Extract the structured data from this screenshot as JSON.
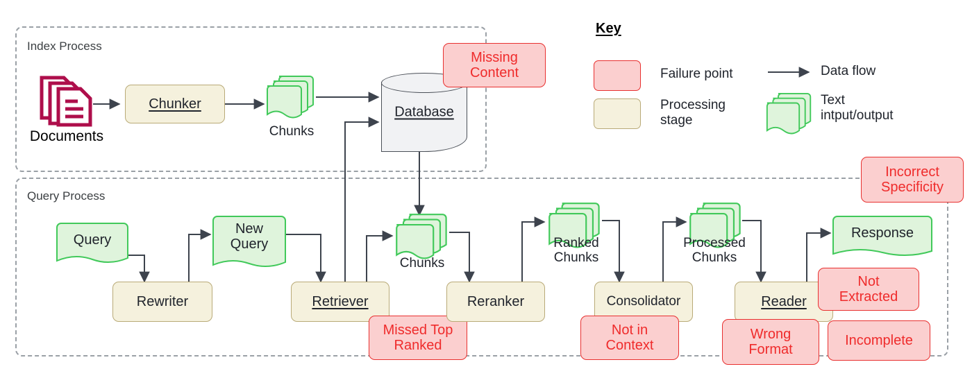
{
  "diagram": {
    "groups": [
      {
        "id": "index",
        "label": "Index Process"
      },
      {
        "id": "query",
        "label": "Query Process"
      }
    ],
    "index_process": {
      "documents_caption": "Documents",
      "chunker_label": "Chunker",
      "chunks_caption": "Chunks",
      "database_label": "Database",
      "missing_content_label": "Missing\nContent"
    },
    "query_process": {
      "query_label": "Query",
      "rewriter_label": "Rewriter",
      "new_query_label": "New\nQuery",
      "retriever_label": "Retriever",
      "missed_top_ranked_label": "Missed Top\nRanked",
      "chunks_caption": "Chunks",
      "reranker_label": "Reranker",
      "ranked_chunks_caption": "Ranked\nChunks",
      "consolidator_label": "Consolidator",
      "not_in_context_label": "Not in\nContext",
      "processed_chunks_caption": "Processed\nChunks",
      "reader_label": "Reader",
      "response_label": "Response",
      "not_extracted_label": "Not\nExtracted",
      "wrong_format_label": "Wrong\nFormat",
      "incomplete_label": "Incomplete",
      "incorrect_specificity_label": "Incorrect\nSpecificity"
    },
    "key": {
      "title": "Key",
      "failure_point_label": "Failure point",
      "processing_stage_label": "Processing\nstage",
      "data_flow_label": "Data flow",
      "text_io_label": "Text\nintput/output"
    },
    "colors": {
      "failure_fill": "#fbcfcf",
      "failure_stroke": "#e8302f",
      "failure_text": "#ef2b2b",
      "stage_fill": "#f5f1dd",
      "stage_stroke": "#b9aa77",
      "note_fill": "#dff4dc",
      "note_stroke": "#41c95a",
      "database_fill": "#f1f2f4",
      "database_stroke": "#4a4f57",
      "documents_icon": "#ae0e4b",
      "arrow": "#3d434d",
      "group_border": "#9aa0a6"
    }
  }
}
